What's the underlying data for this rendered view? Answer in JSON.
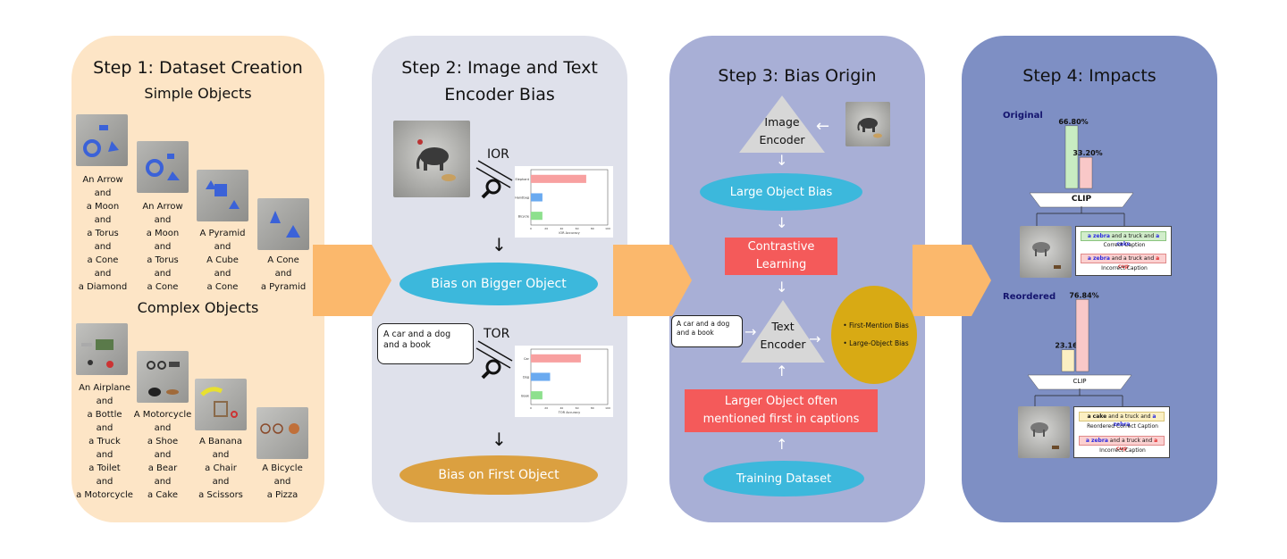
{
  "steps": [
    {
      "title": "Step 1: Dataset Creation",
      "color": "#fde5c6"
    },
    {
      "title_line1": "Step 2: Image and Text",
      "title_line2": "Encoder Bias",
      "color": "#dfe1eb"
    },
    {
      "title": "Step 3: Bias Origin",
      "color": "#a8afd6"
    },
    {
      "title": "Step 4: Impacts",
      "color": "#7e8fc4"
    }
  ],
  "step1": {
    "simple_heading": "Simple Objects",
    "complex_heading": "Complex Objects",
    "simple_labels": [
      [
        "An Arrow",
        "and",
        "a Moon",
        "and",
        "a Torus",
        "and",
        "a Cone",
        "and",
        "a Diamond"
      ],
      [
        "An Arrow",
        "and",
        "a Moon",
        "and",
        "a Torus",
        "and",
        "a Cone"
      ],
      [
        "A Pyramid",
        "and",
        "A Cube",
        "and",
        "a Cone"
      ],
      [
        "A Cone",
        "and",
        "a Pyramid"
      ]
    ],
    "complex_labels": [
      [
        "An Airplane",
        "and",
        "a Bottle",
        "and",
        "a Truck",
        "and",
        "a Toilet",
        "and",
        "a Motorcycle"
      ],
      [
        "A Motorcycle",
        "and",
        "a Shoe",
        "and",
        "a Bear",
        "and",
        "a Cake"
      ],
      [
        "A Banana",
        "and",
        "a Chair",
        "and",
        "a Scissors"
      ],
      [
        "A Bicycle",
        "and",
        "a Pizza"
      ]
    ]
  },
  "step2": {
    "ior_label": "IOR",
    "tor_label": "TOR",
    "ior_chart": {
      "categories": [
        "Elephant",
        "Handbag",
        "Bicycle"
      ],
      "values": [
        72,
        15,
        15
      ],
      "colors": [
        "#f8a0a0",
        "#6aaaf0",
        "#8ee08e"
      ],
      "xlabel": "IOR Accuracy",
      "ticks": [
        "0",
        "20",
        "40",
        "60",
        "80",
        "100"
      ]
    },
    "tor_chart": {
      "categories": [
        "Car",
        "Dog",
        "Book"
      ],
      "values": [
        65,
        25,
        15
      ],
      "colors": [
        "#f8a0a0",
        "#6aaaf0",
        "#8ee08e"
      ],
      "xlabel": "TOR Accuracy",
      "ticks": [
        "0",
        "20",
        "40",
        "60",
        "80",
        "100"
      ]
    },
    "text_input": "A car and a dog and a book",
    "bias_bigger": "Bias on Bigger Object",
    "bias_first": "Bias on First Object"
  },
  "step3": {
    "image_encoder_line1": "Image",
    "image_encoder_line2": "Encoder",
    "large_object_bias": "Large Object Bias",
    "contrastive_line1": "Contrastive",
    "contrastive_line2": "Learning",
    "text_encoder_line1": "Text",
    "text_encoder_line2": "Encoder",
    "text_input": "A car and a dog and a book",
    "bias_bullets": [
      "First-Mention Bias",
      "Large-Object Bias"
    ],
    "larger_first_line1": "Larger Object often",
    "larger_first_line2": "mentioned first in captions",
    "training_dataset": "Training Dataset"
  },
  "step4": {
    "original_label": "Original",
    "reordered_label": "Reordered",
    "clip_label": "CLIP",
    "original_chart": {
      "type": "bar",
      "values": [
        66.8,
        33.2
      ],
      "labels": [
        "66.80%",
        "33.20%"
      ],
      "colors": [
        "#c8ecc2",
        "#f9c8c8"
      ]
    },
    "reordered_chart": {
      "type": "bar",
      "values": [
        23.16,
        76.84
      ],
      "labels": [
        "23.16%",
        "76.84%"
      ],
      "colors": [
        "#fbefc2",
        "#f9c8c8"
      ]
    },
    "orig_correct_parts": [
      "a zebra",
      " and a truck and ",
      "a cake"
    ],
    "orig_correct_caption": "Correct Caption",
    "orig_incorrect_parts": [
      "a zebra",
      " and a truck and ",
      "a cup"
    ],
    "orig_incorrect_caption": "Incorrect Caption",
    "reo_correct_parts": [
      "a cake",
      " and a truck and ",
      "a zebra"
    ],
    "reo_correct_caption": "Reordered Correct Caption",
    "reo_incorrect_parts": [
      "a zebra",
      " and a truck and ",
      "a cup"
    ],
    "reo_incorrect_caption": "Incorrect Caption"
  }
}
